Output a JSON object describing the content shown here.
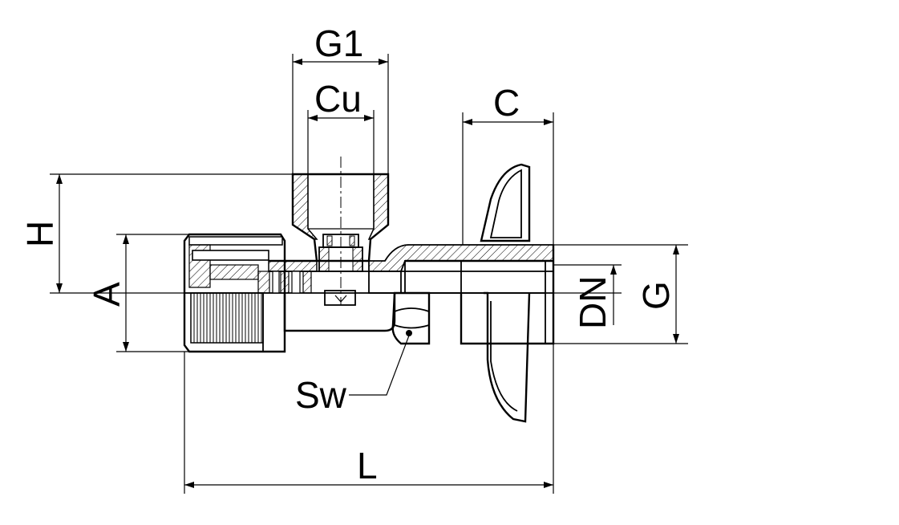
{
  "diagram": {
    "type": "technical-drawing",
    "subject": "angle valve cross-section",
    "line_color": "#000000",
    "background": "#ffffff"
  },
  "dimensions": {
    "g1": "G1",
    "cu": "Cu",
    "c": "C",
    "h": "H",
    "a": "A",
    "dn": "DN",
    "g": "G",
    "sw": "Sw",
    "l": "L"
  }
}
